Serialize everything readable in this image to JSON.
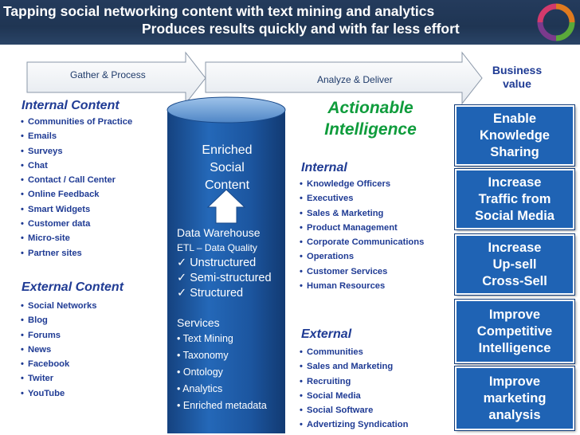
{
  "title": {
    "line1": "Tapping social networking content with text mining and analytics",
    "line2": "Produces results quickly and with far less effort"
  },
  "stages": {
    "gather": "Gather & Process",
    "analyze": "Analyze & Deliver",
    "business_value": "Business\nvalue"
  },
  "internal_content": {
    "heading": "Internal Content",
    "items": [
      "Communities of Practice",
      "Emails",
      "Surveys",
      "Chat",
      "Contact / Call Center",
      "Online Feedback",
      "Smart Widgets",
      "Customer data",
      "Micro-site",
      "Partner sites"
    ]
  },
  "external_content": {
    "heading": "External Content",
    "items": [
      "Social Networks",
      "Blog",
      "Forums",
      "News",
      "Facebook",
      "Twiter",
      "YouTube"
    ]
  },
  "cylinder": {
    "enriched": "Enriched\nSocial\nContent",
    "warehouse_title": "Data Warehouse",
    "etl": "ETL – Data Quality",
    "data_types": [
      "Unstructured",
      "Semi-structured",
      "Structured"
    ],
    "services_title": "Services",
    "services": [
      "Text Mining",
      "Taxonomy",
      "Ontology",
      "Analytics",
      "Enriched metadata"
    ]
  },
  "actionable": "Actionable\nIntelligence",
  "internal_audience": {
    "heading": "Internal",
    "items": [
      "Knowledge Officers",
      "Executives",
      "Sales & Marketing",
      "Product Management",
      "Corporate Communications",
      "Operations",
      "Customer Services",
      "Human Resources"
    ]
  },
  "external_audience": {
    "heading": "External",
    "items": [
      "Communities",
      "Sales and Marketing",
      "Recruiting",
      "Social Media",
      "Social Software",
      "Advertizing Syndication"
    ]
  },
  "value_boxes": [
    "Enable\nKnowledge\nSharing",
    "Increase\nTraffic from\nSocial Media",
    "Increase\nUp-sell\nCross-Sell",
    "Improve\nCompetitive\nIntelligence",
    "Improve\nmarketing\nanalysis"
  ],
  "colors": {
    "title_bar": "#1f3553",
    "heading_blue": "#1f3b94",
    "accent_green": "#0f9c3c",
    "box_blue": "#1f63b4",
    "cylinder_blue": "#1c56a0"
  }
}
